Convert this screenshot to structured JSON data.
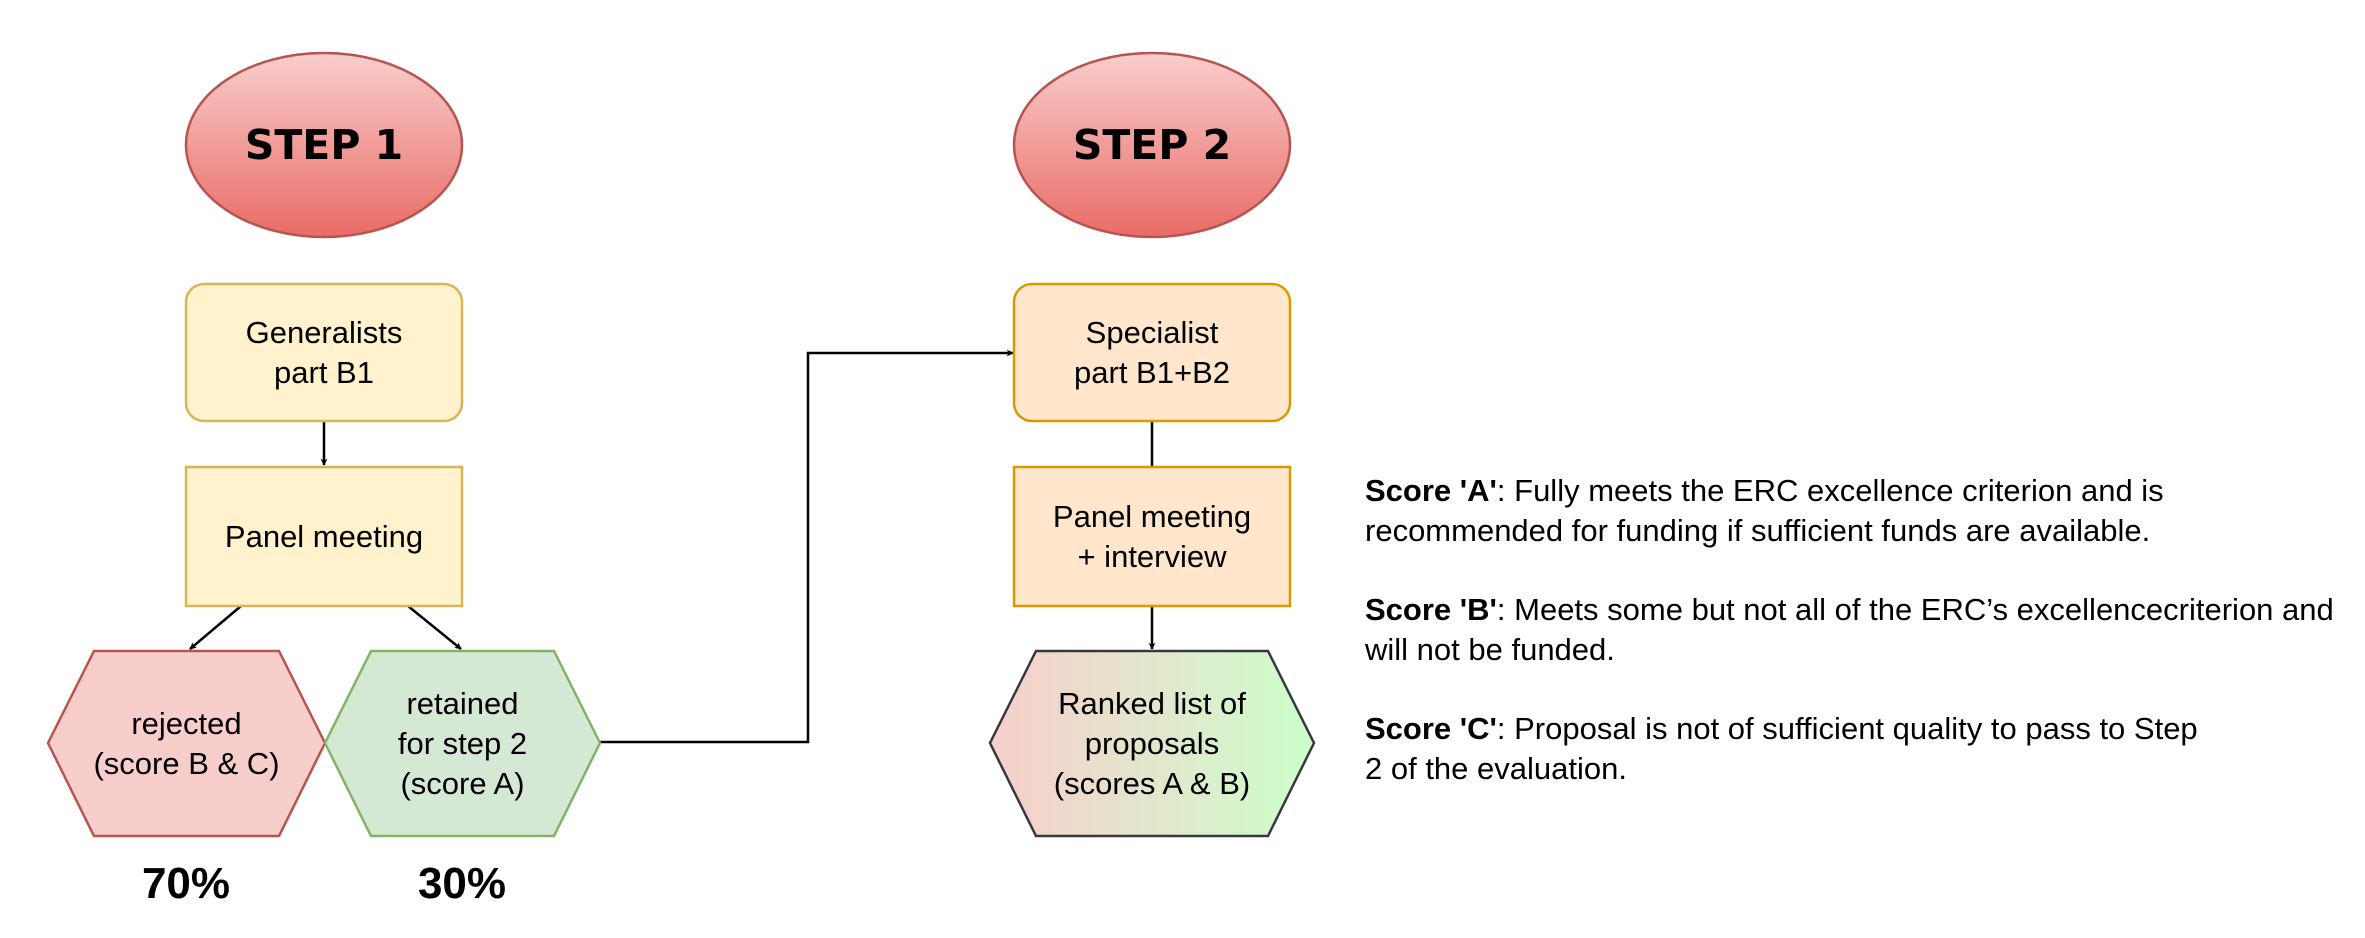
{
  "colors": {
    "step_fill_top": "#f8cecc",
    "step_fill_bottom": "#ea6b66",
    "step_stroke": "#b85450",
    "yellow_fill": "#fff2cc",
    "yellow_stroke": "#d6b656",
    "orange_fill": "#ffe6cc",
    "orange_stroke": "#d79b00",
    "red_fill": "#f8cecc",
    "red_stroke": "#b85450",
    "green_fill": "#d5e8d4",
    "green_stroke": "#82b366",
    "ranked_fill_left": "#f8cecc",
    "ranked_fill_right": "#ccffcc",
    "ranked_stroke": "#36393d"
  },
  "step1": {
    "title": "STEP 1",
    "generalists": "Generalists\npart B1",
    "panel": "Panel meeting",
    "rejected": "rejected\n(score B & C)",
    "retained": "retained\nfor step 2\n(score A)",
    "rejected_pct": "70%",
    "retained_pct": "30%"
  },
  "step2": {
    "title": "STEP 2",
    "specialist": "Specialist\npart B1+B2",
    "panel": "Panel meeting\n+ interview",
    "ranked": "Ranked list of\nproposals\n(scores A & B)"
  },
  "legend": [
    {
      "label": "Score 'A'",
      "text": ": Fully meets the ERC excellence criterion and is recommended for funding if sufficient funds are available."
    },
    {
      "label": "Score 'B'",
      "text": ": Meets some but not all of the ERC’s excellencecriterion and will not be funded."
    },
    {
      "label": "Score 'C'",
      "text": ": Proposal is not of sufficient quality to pass to Step 2 of the evaluation."
    }
  ]
}
